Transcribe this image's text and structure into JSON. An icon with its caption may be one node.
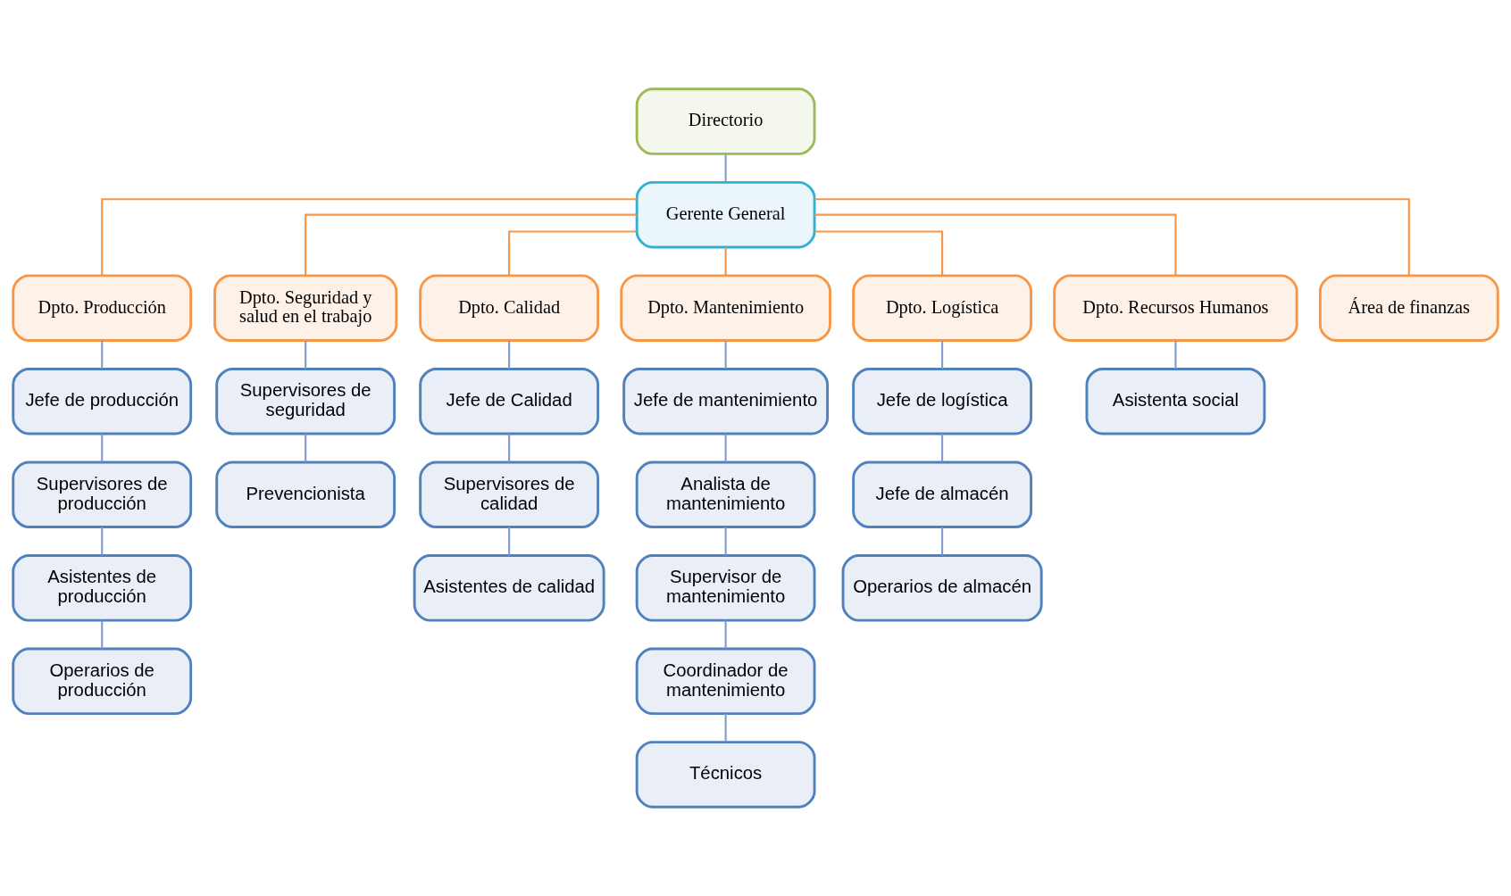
{
  "diagram": {
    "nodes": [
      {
        "text": [
          "Directorio"
        ]
      },
      {
        "text": [
          "Gerente General"
        ]
      },
      {
        "text": [
          "Dpto. Producción"
        ]
      },
      {
        "text": [
          "Dpto. Seguridad y salud en el trabajo"
        ]
      },
      {
        "text": [
          "Dpto. Calidad"
        ]
      },
      {
        "text": [
          "Dpto. Mantenimiento"
        ]
      },
      {
        "text": [
          "Dpto. Logística"
        ]
      },
      {
        "text": [
          "Dpto. Recursos Humanos"
        ]
      },
      {
        "text": [
          "Área de finanzas"
        ]
      },
      {
        "text": [
          "Jefe de producción"
        ]
      },
      {
        "text": [
          "Supervisores de producción"
        ]
      },
      {
        "text": [
          "Asistentes de producción"
        ]
      },
      {
        "text": [
          "Operarios de producción"
        ]
      },
      {
        "text": [
          "Supervisores de seguridad"
        ]
      },
      {
        "text": [
          "Prevencionista"
        ]
      },
      {
        "text": [
          "Jefe de Calidad"
        ]
      },
      {
        "text": [
          "Supervisores de calidad"
        ]
      },
      {
        "text": [
          "Asistentes de calidad"
        ]
      },
      {
        "text": [
          "Jefe de mantenimiento"
        ]
      },
      {
        "text": [
          "Analista de mantenimiento"
        ]
      },
      {
        "text": [
          "Supervisor de mantenimiento"
        ]
      },
      {
        "text": [
          "Coordinador de mantenimiento"
        ]
      },
      {
        "text": [
          "Técnicos"
        ]
      },
      {
        "text": [
          "Jefe de logística"
        ]
      },
      {
        "text": [
          "Jefe de almacén"
        ]
      },
      {
        "text": [
          "Operarios de almacén"
        ]
      },
      {
        "text": [
          "Asistenta social"
        ]
      }
    ],
    "edges": [
      {
        "from": 0,
        "to": 1,
        "arrow": "none"
      },
      {
        "from": 1,
        "to": 2,
        "arrow": "none",
        "color": "#f79646"
      },
      {
        "from": 1,
        "to": 3,
        "arrow": "none",
        "color": "#f79646"
      },
      {
        "from": 1,
        "to": 4,
        "arrow": "none",
        "color": "#f79646"
      },
      {
        "from": 1,
        "to": 5,
        "arrow": "none",
        "color": "#f79646"
      },
      {
        "from": 1,
        "to": 6,
        "arrow": "none",
        "color": "#f79646"
      },
      {
        "from": 1,
        "to": 7,
        "arrow": "none",
        "color": "#f79646"
      },
      {
        "from": 1,
        "to": 8,
        "arrow": "none",
        "color": "#f79646"
      },
      {
        "from": 2,
        "to": 9,
        "arrow": "none"
      },
      {
        "from": 9,
        "to": 10,
        "arrow": "none"
      },
      {
        "from": 10,
        "to": 11,
        "arrow": "none"
      },
      {
        "from": 11,
        "to": 12,
        "arrow": "none"
      },
      {
        "from": 3,
        "to": 13,
        "arrow": "none"
      },
      {
        "from": 13,
        "to": 14,
        "arrow": "none"
      },
      {
        "from": 4,
        "to": 15,
        "arrow": "none"
      },
      {
        "from": 15,
        "to": 16,
        "arrow": "none"
      },
      {
        "from": 16,
        "to": 17,
        "arrow": "none"
      },
      {
        "from": 5,
        "to": 18,
        "arrow": "none"
      },
      {
        "from": 18,
        "to": 19,
        "arrow": "none"
      },
      {
        "from": 19,
        "to": 20,
        "arrow": "none"
      },
      {
        "from": 20,
        "to": 21,
        "arrow": "none"
      },
      {
        "from": 21,
        "to": 22,
        "arrow": "none"
      },
      {
        "from": 6,
        "to": 23,
        "arrow": "none"
      },
      {
        "from": 23,
        "to": 24,
        "arrow": "none"
      },
      {
        "from": 24,
        "to": 25,
        "arrow": "none"
      },
      {
        "from": 7,
        "to": 26,
        "arrow": "none"
      }
    ]
  }
}
